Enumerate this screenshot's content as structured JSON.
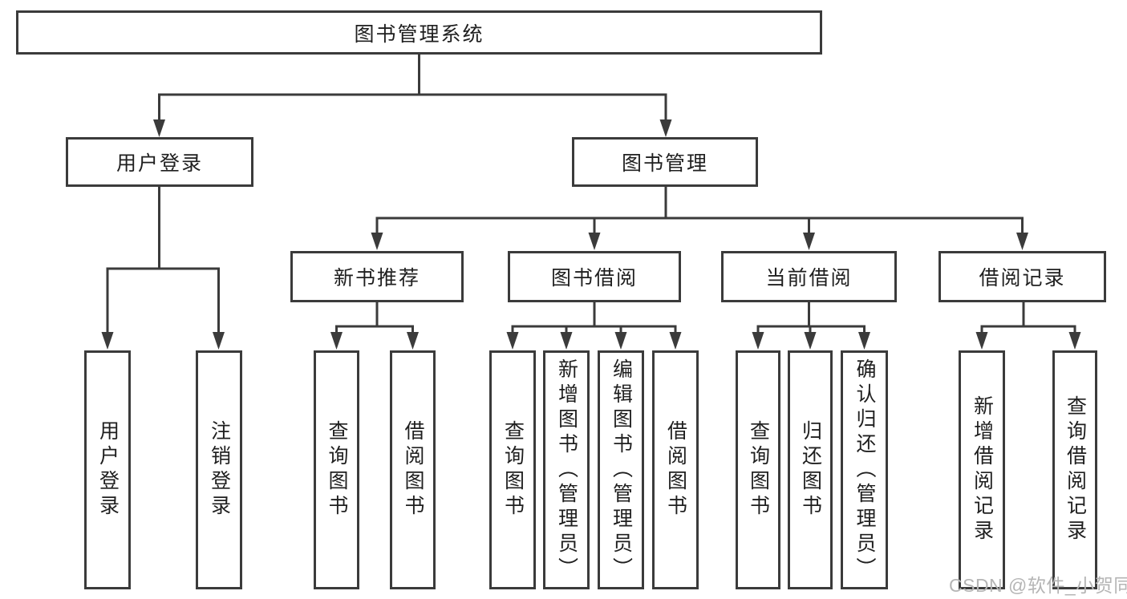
{
  "hierarchy": {
    "label": "图书管理系统",
    "children": [
      {
        "label": "用户登录",
        "children": [
          {
            "label": "用户登录"
          },
          {
            "label": "注销登录"
          }
        ]
      },
      {
        "label": "图书管理",
        "children": [
          {
            "label": "新书推荐",
            "children": [
              {
                "label": "查询图书"
              },
              {
                "label": "借阅图书"
              }
            ]
          },
          {
            "label": "图书借阅",
            "children": [
              {
                "label": "查询图书"
              },
              {
                "label": "新增图书（管理员）"
              },
              {
                "label": "编辑图书（管理员）"
              },
              {
                "label": "借阅图书"
              }
            ]
          },
          {
            "label": "当前借阅",
            "children": [
              {
                "label": "查询图书"
              },
              {
                "label": "归还图书"
              },
              {
                "label": "确认归还（管理员）"
              }
            ]
          },
          {
            "label": "借阅记录",
            "children": [
              {
                "label": "新增借阅记录"
              },
              {
                "label": "查询借阅记录"
              }
            ]
          }
        ]
      }
    ]
  },
  "watermark": {
    "text": "CSDN @软件_小贺同学"
  },
  "colors": {
    "line": "#3b3b3b",
    "text": "#1f1f1f",
    "watermark": "#b5b5b5",
    "background": "#ffffff"
  }
}
